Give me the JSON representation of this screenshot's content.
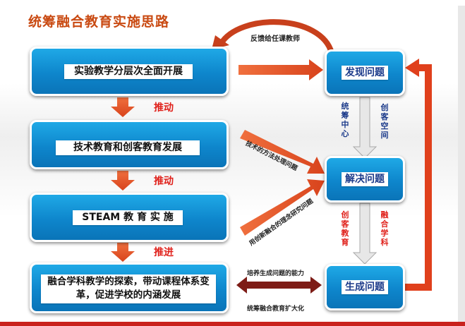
{
  "title": "统筹融合教育实施思路",
  "left_boxes": [
    {
      "label": "实验教学分层次全面开展"
    },
    {
      "label": "技术教育和创客教育发展"
    },
    {
      "label": "STEAM 教 育 实 施"
    },
    {
      "label": "融合学科教学的探索，带动课程体系变革，促进学校的内涵发展"
    }
  ],
  "push_labels": [
    "推动",
    "推动",
    "推进"
  ],
  "right_boxes": [
    {
      "label": "发现问题"
    },
    {
      "label": "解决问题"
    },
    {
      "label": "生成问题"
    }
  ],
  "feedback_label": "反馈给任课教师",
  "side_labels": {
    "tongchou": "统筹中心",
    "chuangke_kongjian": "创客空间",
    "chuangke_jiaoyu": "创客教育",
    "ronghe_xueke": "融合学科"
  },
  "diag_labels": {
    "tech_method": "技术的方法处理问题",
    "innovation": "用创新融合的理念研究问题"
  },
  "bottom_labels": {
    "ability": "培养生成问题的能力",
    "expand": "统筹融合教育扩大化"
  },
  "colors": {
    "accent": "#e0451f",
    "title": "#c94a12",
    "box": "#0e86cc",
    "label_red": "#e0211b",
    "label_blue": "#1b3a8a"
  }
}
